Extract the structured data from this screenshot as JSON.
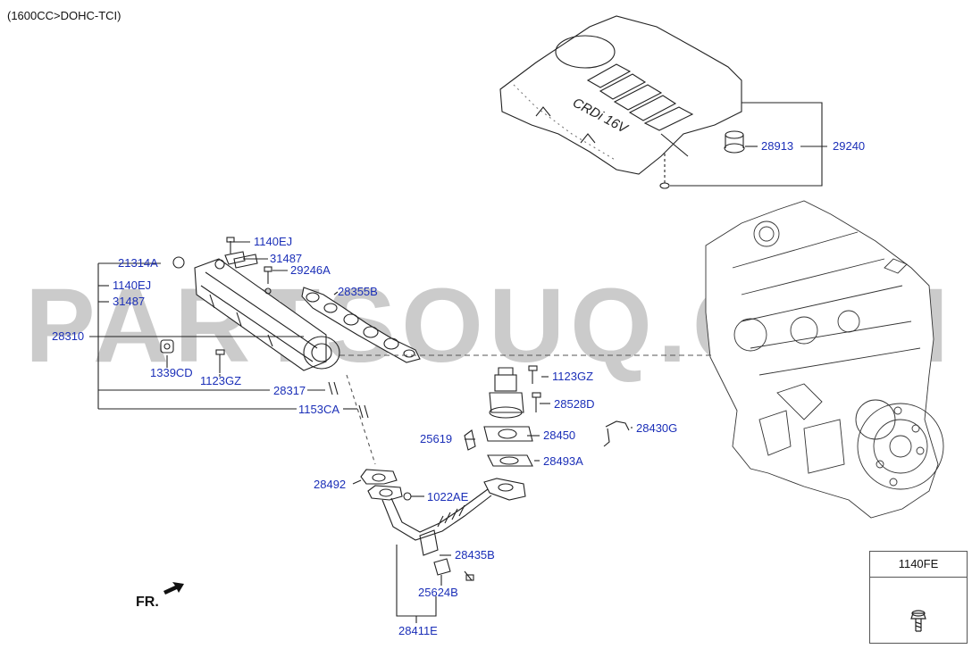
{
  "header": {
    "engine_spec": "(1600CC>DOHC-TCI)"
  },
  "watermark": "PARTSOUQ.COM",
  "direction_marker": "FR.",
  "engine_cover_text": "CRDi 16V",
  "callouts": {
    "p29240": "29240",
    "p28913": "28913",
    "p1140EJ_top": "1140EJ",
    "p31487_top": "31487",
    "p29246A": "29246A",
    "p21314A": "21314A",
    "p1140EJ_left": "1140EJ",
    "p31487_left": "31487",
    "p28355B": "28355B",
    "p28310": "28310",
    "p1339CD": "1339CD",
    "p1123GZ_left": "1123GZ",
    "p28317": "28317",
    "p1153CA": "1153CA",
    "p1123GZ_right": "1123GZ",
    "p28528D": "28528D",
    "p25619": "25619",
    "p28450": "28450",
    "p28430G": "28430G",
    "p28493A": "28493A",
    "p28492": "28492",
    "p1022AE": "1022AE",
    "p28435B": "28435B",
    "p25624B": "25624B",
    "p28411E": "28411E"
  },
  "legend_box": {
    "part_no": "1140FE",
    "icon": "bolt-icon"
  }
}
